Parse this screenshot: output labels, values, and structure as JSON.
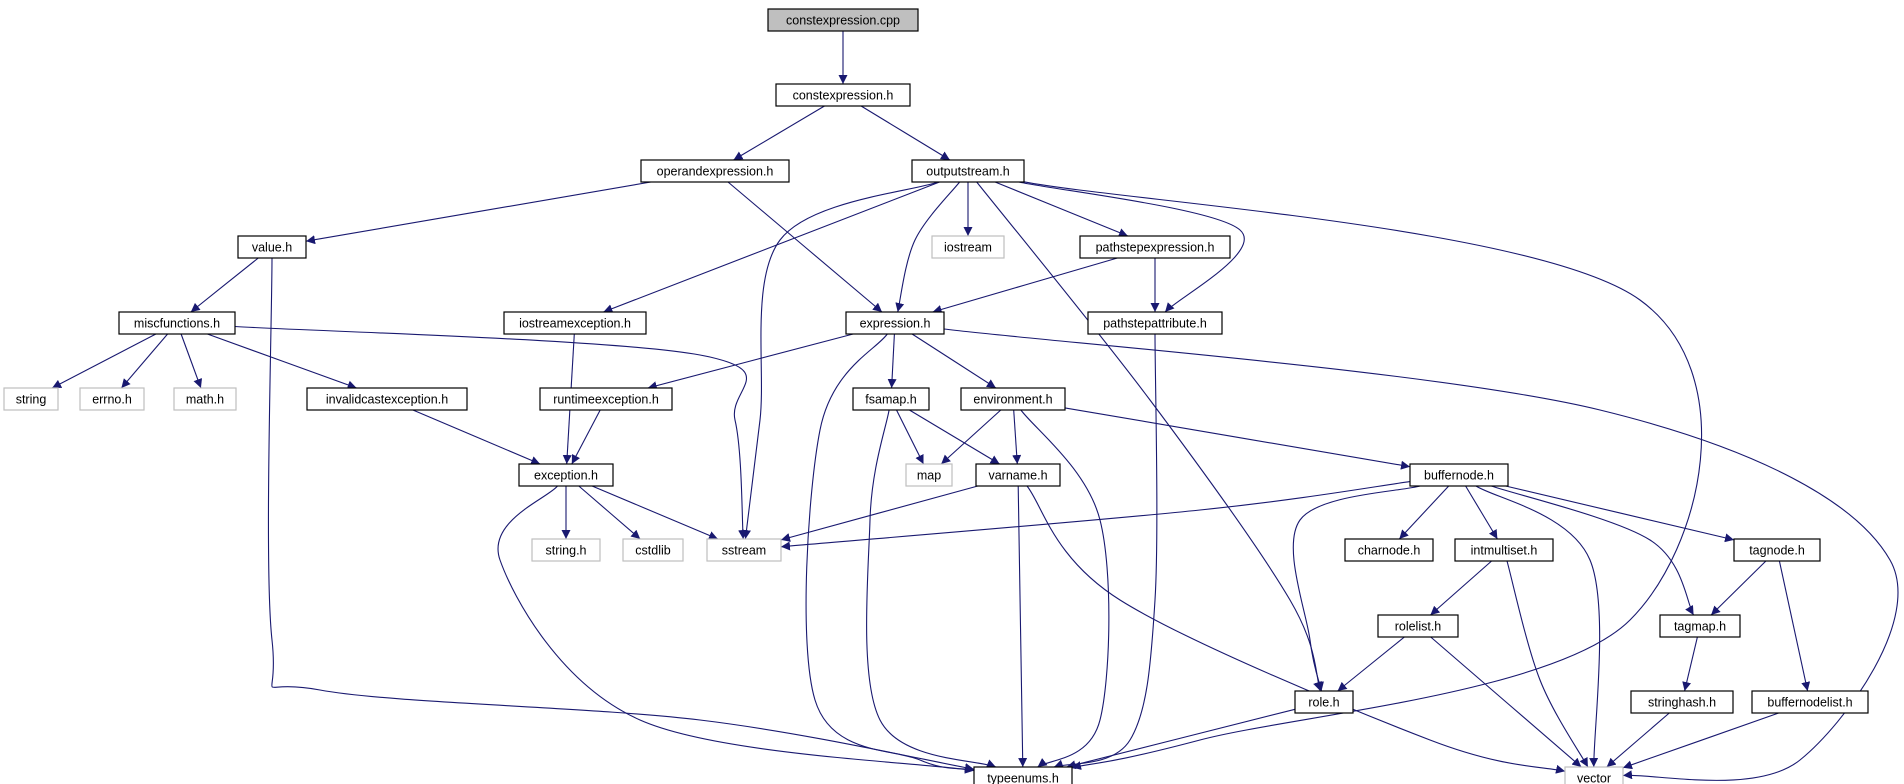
{
  "graph": {
    "edge_color": "#191970",
    "root_fill": "#bfbfbf",
    "external_border": "#bfbfbf",
    "nodes": [
      {
        "id": "constexpression-cpp",
        "label": "constexpression.cpp",
        "kind": "root"
      },
      {
        "id": "constexpression-h",
        "label": "constexpression.h",
        "kind": "file"
      },
      {
        "id": "operandexpression-h",
        "label": "operandexpression.h",
        "kind": "file"
      },
      {
        "id": "outputstream-h",
        "label": "outputstream.h",
        "kind": "file"
      },
      {
        "id": "value-h",
        "label": "value.h",
        "kind": "file"
      },
      {
        "id": "iostream",
        "label": "iostream",
        "kind": "external"
      },
      {
        "id": "pathstepexpression-h",
        "label": "pathstepexpression.h",
        "kind": "file"
      },
      {
        "id": "miscfunctions-h",
        "label": "miscfunctions.h",
        "kind": "file"
      },
      {
        "id": "iostreamexception-h",
        "label": "iostreamexception.h",
        "kind": "file"
      },
      {
        "id": "expression-h",
        "label": "expression.h",
        "kind": "file"
      },
      {
        "id": "pathstepattribute-h",
        "label": "pathstepattribute.h",
        "kind": "file"
      },
      {
        "id": "string",
        "label": "string",
        "kind": "external"
      },
      {
        "id": "errno-h",
        "label": "errno.h",
        "kind": "external"
      },
      {
        "id": "math-h",
        "label": "math.h",
        "kind": "external"
      },
      {
        "id": "invalidcastexception-h",
        "label": "invalidcastexception.h",
        "kind": "file"
      },
      {
        "id": "runtimeexception-h",
        "label": "runtimeexception.h",
        "kind": "file"
      },
      {
        "id": "fsamap-h",
        "label": "fsamap.h",
        "kind": "file"
      },
      {
        "id": "environment-h",
        "label": "environment.h",
        "kind": "file"
      },
      {
        "id": "exception-h",
        "label": "exception.h",
        "kind": "file"
      },
      {
        "id": "map",
        "label": "map",
        "kind": "external"
      },
      {
        "id": "varname-h",
        "label": "varname.h",
        "kind": "file"
      },
      {
        "id": "buffernode-h",
        "label": "buffernode.h",
        "kind": "file"
      },
      {
        "id": "string-h",
        "label": "string.h",
        "kind": "external"
      },
      {
        "id": "cstdlib",
        "label": "cstdlib",
        "kind": "external"
      },
      {
        "id": "sstream",
        "label": "sstream",
        "kind": "external"
      },
      {
        "id": "charnode-h",
        "label": "charnode.h",
        "kind": "file"
      },
      {
        "id": "intmultiset-h",
        "label": "intmultiset.h",
        "kind": "file"
      },
      {
        "id": "tagnode-h",
        "label": "tagnode.h",
        "kind": "file"
      },
      {
        "id": "rolelist-h",
        "label": "rolelist.h",
        "kind": "file"
      },
      {
        "id": "tagmap-h",
        "label": "tagmap.h",
        "kind": "file"
      },
      {
        "id": "role-h",
        "label": "role.h",
        "kind": "file"
      },
      {
        "id": "stringhash-h",
        "label": "stringhash.h",
        "kind": "file"
      },
      {
        "id": "buffernodelist-h",
        "label": "buffernodelist.h",
        "kind": "file"
      },
      {
        "id": "typeenums-h",
        "label": "typeenums.h",
        "kind": "file"
      },
      {
        "id": "vector",
        "label": "vector",
        "kind": "external"
      }
    ],
    "edges": [
      [
        "constexpression-cpp",
        "constexpression-h"
      ],
      [
        "constexpression-h",
        "operandexpression-h"
      ],
      [
        "constexpression-h",
        "outputstream-h"
      ],
      [
        "operandexpression-h",
        "value-h"
      ],
      [
        "operandexpression-h",
        "expression-h"
      ],
      [
        "outputstream-h",
        "iostreamexception-h"
      ],
      [
        "outputstream-h",
        "sstream"
      ],
      [
        "outputstream-h",
        "expression-h"
      ],
      [
        "outputstream-h",
        "iostream"
      ],
      [
        "outputstream-h",
        "pathstepexpression-h"
      ],
      [
        "outputstream-h",
        "pathstepattribute-h"
      ],
      [
        "outputstream-h",
        "role-h"
      ],
      [
        "outputstream-h",
        "typeenums-h"
      ],
      [
        "value-h",
        "miscfunctions-h"
      ],
      [
        "value-h",
        "typeenums-h"
      ],
      [
        "pathstepexpression-h",
        "expression-h"
      ],
      [
        "pathstepexpression-h",
        "pathstepattribute-h"
      ],
      [
        "pathstepattribute-h",
        "typeenums-h"
      ],
      [
        "miscfunctions-h",
        "string"
      ],
      [
        "miscfunctions-h",
        "errno-h"
      ],
      [
        "miscfunctions-h",
        "math-h"
      ],
      [
        "miscfunctions-h",
        "invalidcastexception-h"
      ],
      [
        "miscfunctions-h",
        "sstream"
      ],
      [
        "iostreamexception-h",
        "exception-h"
      ],
      [
        "expression-h",
        "runtimeexception-h"
      ],
      [
        "expression-h",
        "fsamap-h"
      ],
      [
        "expression-h",
        "environment-h"
      ],
      [
        "expression-h",
        "typeenums-h"
      ],
      [
        "expression-h",
        "vector"
      ],
      [
        "invalidcastexception-h",
        "exception-h"
      ],
      [
        "runtimeexception-h",
        "exception-h"
      ],
      [
        "fsamap-h",
        "map"
      ],
      [
        "fsamap-h",
        "varname-h"
      ],
      [
        "fsamap-h",
        "typeenums-h"
      ],
      [
        "environment-h",
        "map"
      ],
      [
        "environment-h",
        "varname-h"
      ],
      [
        "environment-h",
        "buffernode-h"
      ],
      [
        "environment-h",
        "typeenums-h"
      ],
      [
        "exception-h",
        "string-h"
      ],
      [
        "exception-h",
        "cstdlib"
      ],
      [
        "exception-h",
        "sstream"
      ],
      [
        "exception-h",
        "typeenums-h"
      ],
      [
        "varname-h",
        "sstream"
      ],
      [
        "varname-h",
        "typeenums-h"
      ],
      [
        "varname-h",
        "vector"
      ],
      [
        "buffernode-h",
        "sstream"
      ],
      [
        "buffernode-h",
        "charnode-h"
      ],
      [
        "buffernode-h",
        "intmultiset-h"
      ],
      [
        "buffernode-h",
        "tagnode-h"
      ],
      [
        "buffernode-h",
        "tagmap-h"
      ],
      [
        "buffernode-h",
        "role-h"
      ],
      [
        "buffernode-h",
        "vector"
      ],
      [
        "intmultiset-h",
        "rolelist-h"
      ],
      [
        "intmultiset-h",
        "vector"
      ],
      [
        "tagnode-h",
        "tagmap-h"
      ],
      [
        "tagnode-h",
        "buffernodelist-h"
      ],
      [
        "rolelist-h",
        "role-h"
      ],
      [
        "rolelist-h",
        "vector"
      ],
      [
        "tagmap-h",
        "stringhash-h"
      ],
      [
        "stringhash-h",
        "vector"
      ],
      [
        "buffernodelist-h",
        "vector"
      ],
      [
        "role-h",
        "typeenums-h"
      ]
    ]
  }
}
